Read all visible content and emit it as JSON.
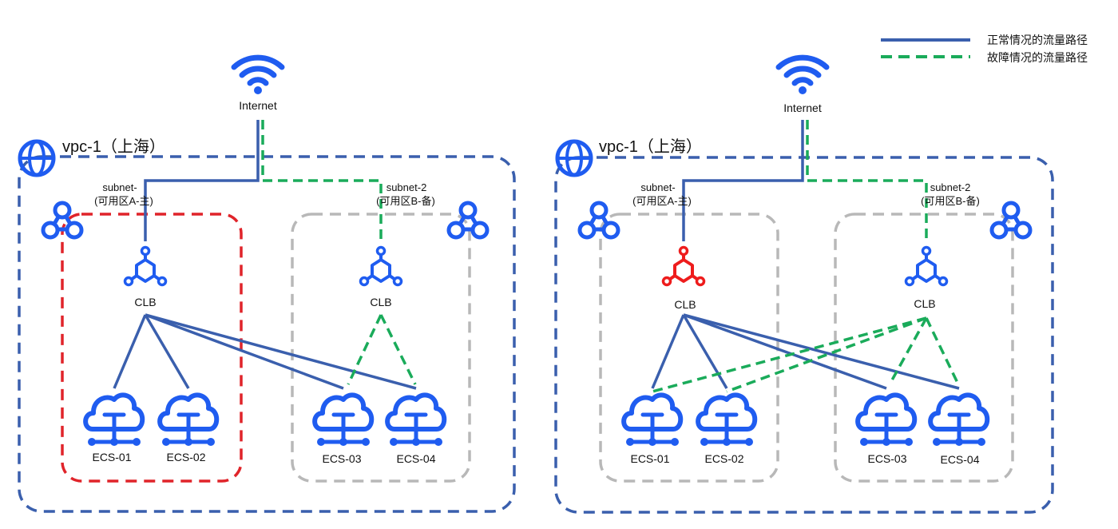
{
  "legend": {
    "normal": "正常情况的流量路径",
    "failure": "故障情况的流量路径"
  },
  "colors": {
    "blue_path": "#3a5fad",
    "green_path": "#1aab5a",
    "vpc_border": "#3a5fad",
    "zone_active": "#e0242a",
    "zone_inactive": "#b8b8b8",
    "icon_blue": "#1f5cf0",
    "icon_red": "#ee1c1c"
  },
  "diagrams": [
    {
      "vpc_label": "vpc-1（上海）",
      "internet_label": "Internet",
      "subnet1": {
        "line1": "subnet-",
        "line2": "(可用区A-主)"
      },
      "subnet2": {
        "line1": "subnet-2",
        "line2": "(可用区B-备)"
      },
      "clb_a": "CLB",
      "clb_b": "CLB",
      "ecs": [
        "ECS-01",
        "ECS-02",
        "ECS-03",
        "ECS-04"
      ]
    },
    {
      "vpc_label": "vpc-1（上海）",
      "internet_label": "Internet",
      "subnet1": {
        "line1": "subnet-",
        "line2": "(可用区A-主)"
      },
      "subnet2": {
        "line1": "subnet-2",
        "line2": "(可用区B-备)"
      },
      "clb_a": "CLB",
      "clb_b": "CLB",
      "ecs": [
        "ECS-01",
        "ECS-02",
        "ECS-03",
        "ECS-04"
      ]
    }
  ]
}
